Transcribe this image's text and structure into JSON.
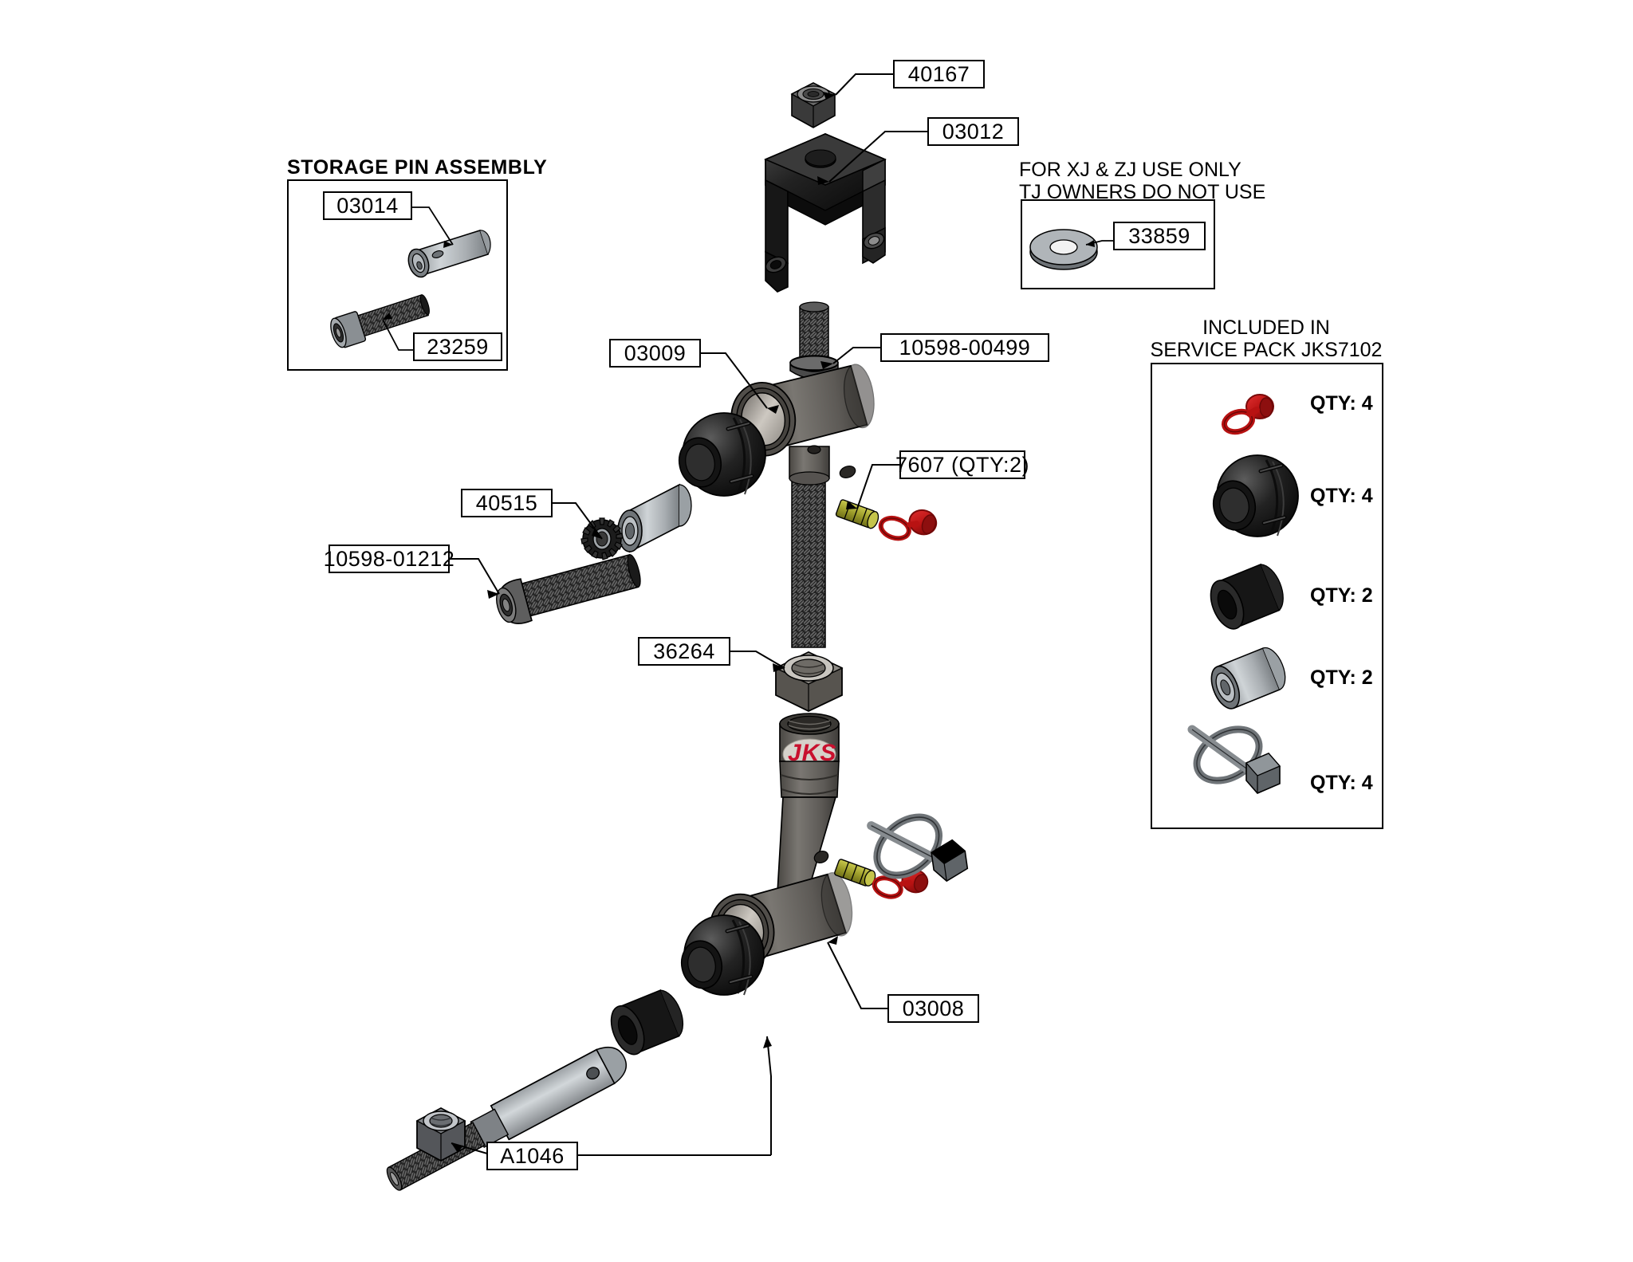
{
  "document": {
    "type": "exploded-parts-diagram",
    "title": "JKS adjustable sway bar quick disconnect exploded view"
  },
  "panels": {
    "storage_pin": {
      "heading": "STORAGE PIN ASSEMBLY",
      "parts": [
        {
          "label": "03014",
          "description": "storage pin sleeve"
        },
        {
          "label": "23259",
          "description": "socket head cap screw"
        }
      ]
    },
    "xj_zj_note": {
      "heading_line1": "FOR XJ & ZJ USE ONLY",
      "heading_line2": "TJ OWNERS DO NOT USE",
      "parts": [
        {
          "label": "33859",
          "description": "flat washer"
        }
      ]
    },
    "service_pack": {
      "heading_line1": "INCLUDED IN",
      "heading_line2": "SERVICE PACK JKS7102",
      "rows": [
        {
          "item": "grease-fitting-cap",
          "qty_label": "QTY: 4"
        },
        {
          "item": "ball-joint-boot",
          "qty_label": "QTY: 4"
        },
        {
          "item": "black-spacer-ring",
          "qty_label": "QTY: 2"
        },
        {
          "item": "metal-sleeve",
          "qty_label": "QTY: 2"
        },
        {
          "item": "lynch-pin",
          "qty_label": "QTY: 4"
        }
      ]
    }
  },
  "callouts": [
    {
      "id": "c40167",
      "label": "40167",
      "description": "nylon lock nut"
    },
    {
      "id": "c03012",
      "label": "03012",
      "description": "u-bracket"
    },
    {
      "id": "c10598_00499",
      "label": "10598-00499",
      "description": "button head bolt short"
    },
    {
      "id": "c03009",
      "label": "03009",
      "description": "upper rod end"
    },
    {
      "id": "c7607",
      "label": "7607 (QTY:2)",
      "description": "grease zerk fitting"
    },
    {
      "id": "c40515",
      "label": "40515",
      "description": "external tooth star washer"
    },
    {
      "id": "c10598_01212",
      "label": "10598-01212",
      "description": "button head bolt long"
    },
    {
      "id": "c36264",
      "label": "36264",
      "description": "jam nut"
    },
    {
      "id": "c03008",
      "label": "03008",
      "description": "lower rod end"
    },
    {
      "id": "cA1046",
      "label": "A1046",
      "description": "stud and nut assembly"
    }
  ],
  "branding": {
    "logo_text": "JKS",
    "logo_color": "#c8102e"
  },
  "colors": {
    "line": "#000000",
    "steel_light": "#b6bcc0",
    "steel_mid": "#8d9296",
    "steel_dark": "#55595c",
    "body_grey": "#5d5a57",
    "black_part": "#1c1c1c",
    "zerk_gold": "#a8a832",
    "cap_red": "#b81212"
  }
}
